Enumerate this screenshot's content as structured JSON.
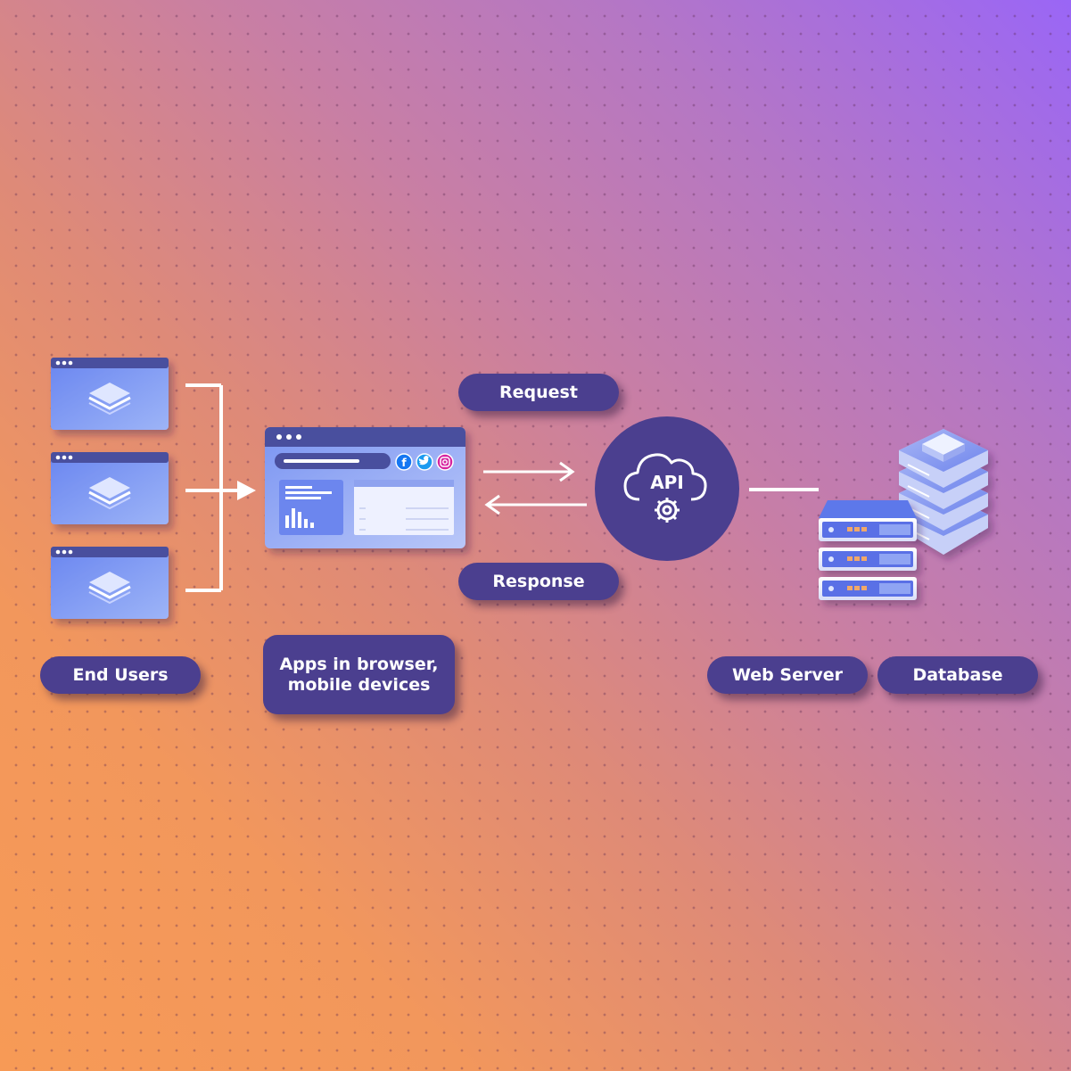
{
  "labels": {
    "end_users": "End Users",
    "apps": "Apps in browser,\nmobile devices",
    "request": "Request",
    "response": "Response",
    "web_server": "Web Server",
    "database": "Database",
    "api": "API"
  },
  "icons": {
    "user_windows": "layers-stack-icon",
    "app_window": "dashboard-window-icon",
    "social": [
      "facebook-icon",
      "twitter-icon",
      "instagram-icon"
    ],
    "api": "api-cloud-gear-icon",
    "server": "server-rack-icon",
    "database": "database-stack-icon"
  },
  "colors": {
    "pill_bg": "#4b3f8f",
    "window_blue": "#6f8ff2",
    "window_bar": "#4a4f9e",
    "api_circle": "#4b3f8f",
    "connector": "#ffffff"
  }
}
